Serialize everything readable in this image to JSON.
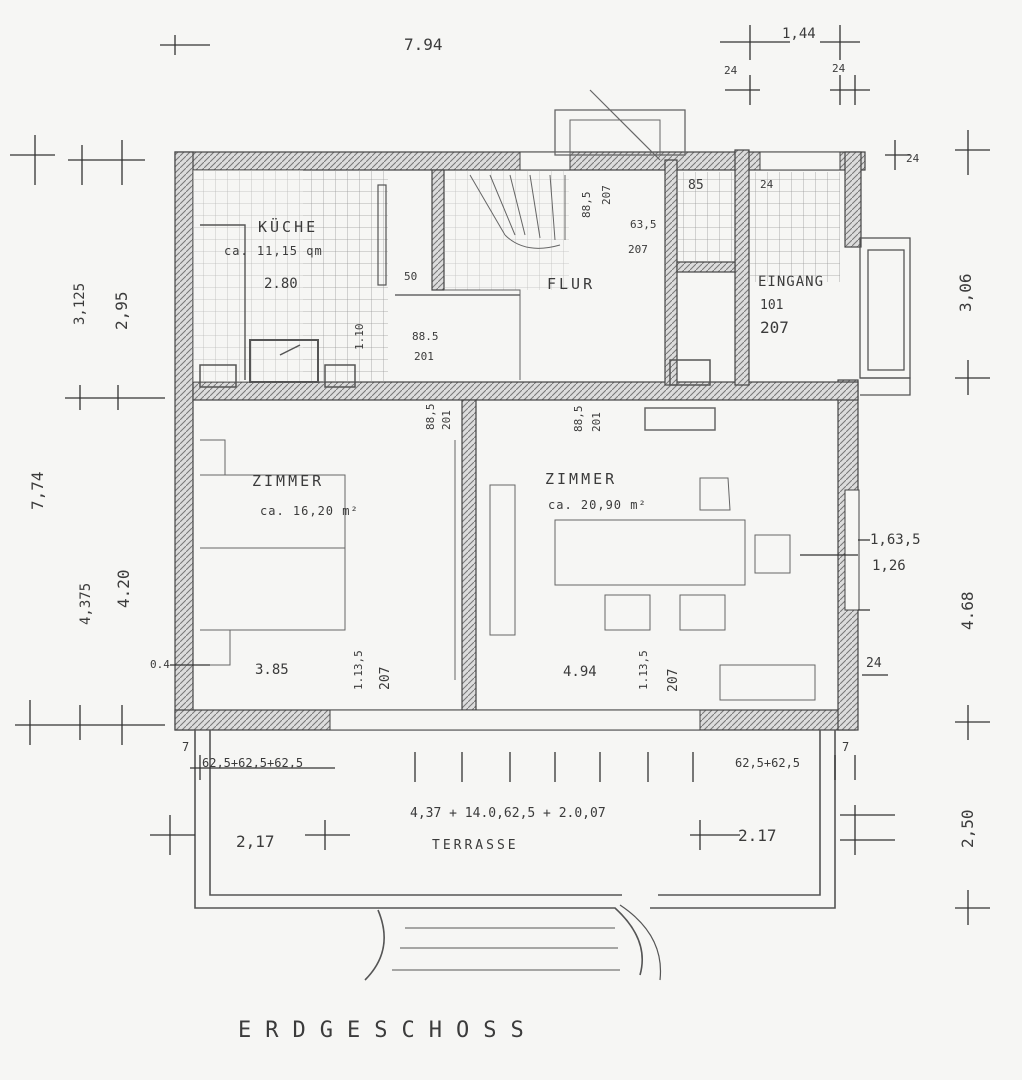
{
  "plan": {
    "title": "ERDGESCHOSS",
    "rooms": {
      "kueche": {
        "name": "KÜCHE",
        "area": "ca. 11,15 qm"
      },
      "flur": {
        "name": "FLUR"
      },
      "eingang": {
        "name": "EINGANG"
      },
      "zimmer_left": {
        "name": "ZIMMER",
        "area": "ca. 16,20 m²"
      },
      "zimmer_right": {
        "name": "ZIMMER",
        "area": "ca. 20,90 m²"
      },
      "terrasse": {
        "name": "TERRASSE"
      }
    },
    "dimensions": {
      "top_width": "7.94",
      "top_right": "1,44",
      "top_right_24a": "24",
      "top_right_24b": "24",
      "corner_24": "24",
      "left_total": "7,74",
      "left_3125": "3,125",
      "left_295": "2,95",
      "left_4375": "4,375",
      "left_420": "4.20",
      "left_04": "0.4",
      "right_306": "3,06",
      "right_468": "4.68",
      "right_250": "2,50",
      "right_24": "24",
      "kueche_280": "2.80",
      "door_110": "1.10",
      "door_50": "50",
      "door_885": "88.5",
      "door_201": "201",
      "flur_885": "88,5",
      "flur_207": "207",
      "wc_85": "85",
      "wc_635": "63,5",
      "wc_207": "207",
      "wc_24": "24",
      "eingang_101": "101",
      "eingang_207": "207",
      "zl_385": "3.85",
      "zl_1135": "1.13,5",
      "zl_207": "207",
      "zr_494": "4.94",
      "zr_1135": "1.13,5",
      "zr_207": "207",
      "win_1635": "1,63,5",
      "win_126": "1,26",
      "door_885b": "88,5",
      "door_201b": "201",
      "door_885c": "88,5",
      "door_201c": "201",
      "terr_left": "62,5+62,5+62,5",
      "terr_right": "62,5+62,5",
      "terr_7a": "7",
      "terr_7b": "7",
      "terr_formula": "4,37 + 14.0,62,5 + 2.0,07",
      "terr_217_left": "2,17",
      "terr_217_right": "2.17"
    }
  }
}
